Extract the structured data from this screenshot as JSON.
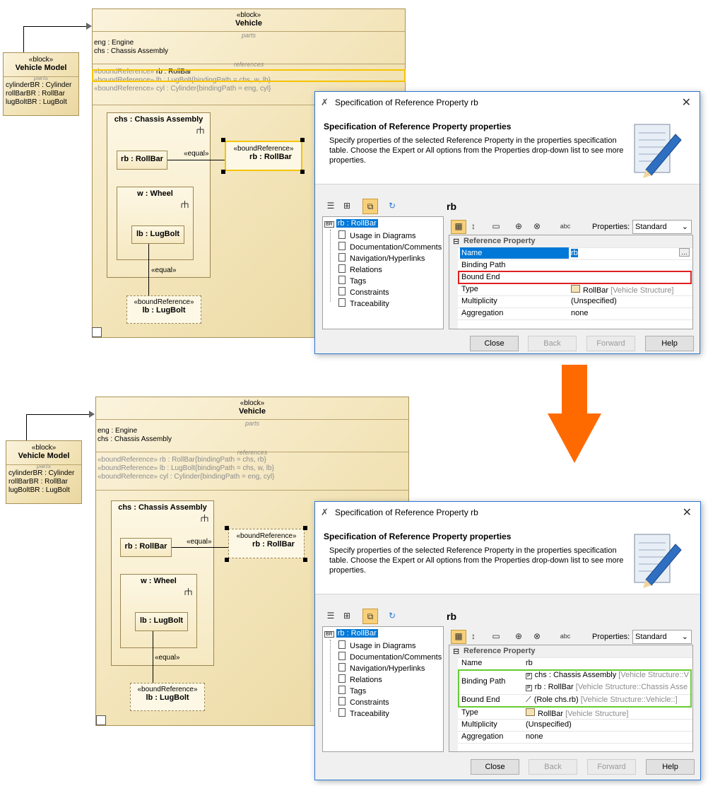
{
  "diagram_top": {
    "vehicle_model": {
      "stereo": "«block»",
      "name": "Vehicle Model",
      "compartment": "parts",
      "parts": [
        "cylinderBR : Cylinder",
        "rollBarBR : RollBar",
        "lugBoltBR : LugBolt"
      ]
    },
    "vehicle": {
      "stereo": "«block»",
      "name": "Vehicle",
      "parts_label": "parts",
      "parts": [
        "eng : Engine",
        "chs : Chassis Assembly"
      ],
      "references_label": "references",
      "references": [
        {
          "stereo": "«boundReference»",
          "name": "rb : RollBar",
          "binding": ""
        },
        {
          "stereo": "«boundReference»",
          "name": "lb : LugBolt",
          "binding": "{bindingPath = chs, w, lb}"
        },
        {
          "stereo": "«boundReference»",
          "name": "cyl : Cylinder",
          "binding": "{bindingPath = eng, cyl}"
        }
      ]
    },
    "chassis": "chs : Chassis Assembly",
    "rollbar": "rb : RollBar",
    "wheel": "w : Wheel",
    "lugbolt": "lb : LugBolt",
    "equal1": "«equal»",
    "equal2": "«equal»",
    "bound_rb": {
      "stereo": "«boundReference»",
      "name": "rb : RollBar"
    },
    "bound_lb": {
      "stereo": "«boundReference»",
      "name": "lb : LugBolt"
    }
  },
  "diagram_bottom": {
    "vehicle_model": {
      "stereo": "«block»",
      "name": "Vehicle Model",
      "compartment": "parts",
      "parts": [
        "cylinderBR : Cylinder",
        "rollBarBR : RollBar",
        "lugBoltBR : LugBolt"
      ]
    },
    "vehicle": {
      "stereo": "«block»",
      "name": "Vehicle",
      "parts_label": "parts",
      "parts": [
        "eng : Engine",
        "chs : Chassis Assembly"
      ],
      "references_label": "references",
      "references": [
        {
          "stereo": "«boundReference»",
          "name": "rb : RollBar",
          "binding": "{bindingPath = chs, rb}"
        },
        {
          "stereo": "«boundReference»",
          "name": "lb : LugBolt",
          "binding": "{bindingPath = chs, w, lb}"
        },
        {
          "stereo": "«boundReference»",
          "name": "cyl : Cylinder",
          "binding": "{bindingPath = eng, cyl}"
        }
      ]
    },
    "chassis": "chs : Chassis Assembly",
    "rollbar": "rb : RollBar",
    "wheel": "w : Wheel",
    "lugbolt": "lb : LugBolt",
    "equal1": "«equal»",
    "equal2": "«equal»",
    "bound_rb": {
      "stereo": "«boundReference»",
      "name": "rb : RollBar"
    },
    "bound_lb": {
      "stereo": "«boundReference»",
      "name": "lb : LugBolt"
    }
  },
  "dialog_top": {
    "title": "Specification of Reference Property rb",
    "close_glyph": "✕",
    "header": "Specification of Reference Property properties",
    "description": "Specify properties of the selected Reference Property in the properties specification table. Choose the Expert or All options from the Properties drop-down list to see more properties.",
    "element_name": "rb",
    "tree_root": "rb : RollBar",
    "tree_items": [
      "Usage in Diagrams",
      "Documentation/Comments",
      "Navigation/Hyperlinks",
      "Relations",
      "Tags",
      "Constraints",
      "Traceability"
    ],
    "properties_label": "Properties:",
    "properties_value": "Standard",
    "group": "Reference Property",
    "rows": [
      {
        "k": "Name",
        "v": "rb"
      },
      {
        "k": "Binding Path",
        "v": ""
      },
      {
        "k": "Bound End",
        "v": ""
      },
      {
        "k": "Type",
        "v": "RollBar",
        "extra": "[Vehicle Structure]"
      },
      {
        "k": "Multiplicity",
        "v": "(Unspecified)"
      },
      {
        "k": "Aggregation",
        "v": "none"
      }
    ],
    "buttons": {
      "close": "Close",
      "back": "Back",
      "forward": "Forward",
      "help": "Help"
    }
  },
  "dialog_bottom": {
    "title": "Specification of Reference Property rb",
    "close_glyph": "✕",
    "header": "Specification of Reference Property properties",
    "description": "Specify properties of the selected Reference Property in the properties specification table. Choose the Expert or All options from the Properties drop-down list to see more properties.",
    "element_name": "rb",
    "tree_root": "rb : RollBar",
    "tree_items": [
      "Usage in Diagrams",
      "Documentation/Comments",
      "Navigation/Hyperlinks",
      "Relations",
      "Tags",
      "Constraints",
      "Traceability"
    ],
    "properties_label": "Properties:",
    "properties_value": "Standard",
    "group": "Reference Property",
    "rows": {
      "name": {
        "k": "Name",
        "v": "rb"
      },
      "binding": {
        "k": "Binding Path",
        "v1": "chs : Chassis Assembly",
        "x1": "[Vehicle Structure::V",
        "v2": "rb : RollBar",
        "x2": "[Vehicle Structure::Chassis Asse"
      },
      "bound": {
        "k": "Bound End",
        "v": "(Role chs.rb)",
        "x": "[Vehicle Structure::Vehicle::]"
      },
      "type": {
        "k": "Type",
        "v": "RollBar",
        "x": "[Vehicle Structure]"
      },
      "mult": {
        "k": "Multiplicity",
        "v": "(Unspecified)"
      },
      "agg": {
        "k": "Aggregation",
        "v": "none"
      }
    },
    "buttons": {
      "close": "Close",
      "back": "Back",
      "forward": "Forward",
      "help": "Help"
    }
  },
  "colors": {
    "arrow": "#ff6a00",
    "highlight_yellow": "#f5c400",
    "highlight_red": "#e02020",
    "highlight_green": "#66cc33",
    "selection": "#0078d7"
  }
}
